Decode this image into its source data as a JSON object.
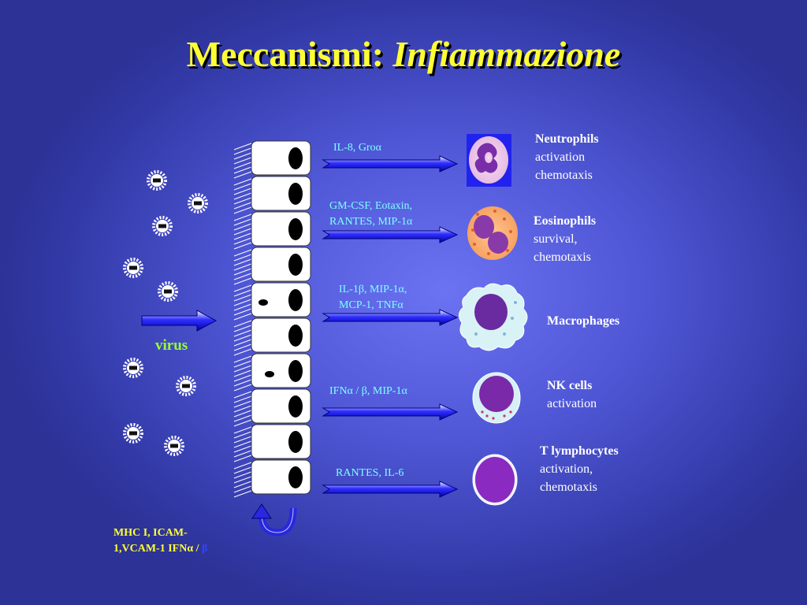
{
  "title": {
    "main": "Meccanismi: ",
    "italic": "Infiammazione"
  },
  "virus_label": "virus",
  "mhc_label": {
    "line1": "MHC I, ICAM-",
    "line2a": "1,VCAM-1 IFNα / ",
    "line2b": "β"
  },
  "mediators": [
    {
      "line1": "IL-8, Groα",
      "line2": ""
    },
    {
      "line1": "GM-CSF, Eotaxin,",
      "line2": "RANTES, MIP-1α"
    },
    {
      "line1": "IL-1β, MIP-1α,",
      "line2": "MCP-1, TNFα"
    },
    {
      "line1": "IFNα / β, MIP-1α",
      "line2": ""
    },
    {
      "line1": "RANTES, IL-6",
      "line2": ""
    }
  ],
  "cells": [
    {
      "name": "Neutrophils",
      "line1": "activation",
      "line2": "chemotaxis"
    },
    {
      "name": "Eosinophils",
      "line1": "survival,",
      "line2": "chemotaxis"
    },
    {
      "name": "Macrophages",
      "line1": "",
      "line2": ""
    },
    {
      "name": "NK cells",
      "line1": "activation",
      "line2": ""
    },
    {
      "name": "T lymphocytes",
      "line1": "activation,",
      "line2": "chemotaxis"
    }
  ],
  "colors": {
    "title": "#ffff33",
    "mediator_text": "#7fffff",
    "virus_text": "#99ff33",
    "arrow": "#1a1ae6"
  }
}
